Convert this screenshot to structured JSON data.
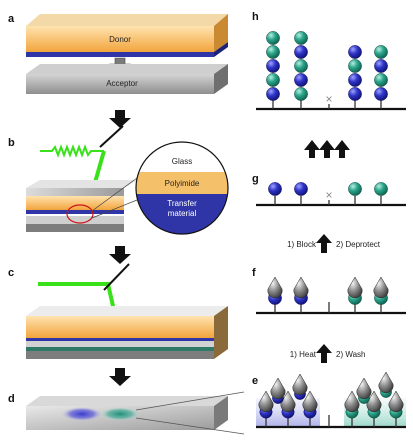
{
  "panels": {
    "a": {
      "letter": "a",
      "donor_label": "Donor",
      "acceptor_label": "Acceptor"
    },
    "b": {
      "letter": "b",
      "glass_label": "Glass",
      "polyimide_label": "Polyimide",
      "transfer_label_line1": "Transfer",
      "transfer_label_line2": "material"
    },
    "c": {
      "letter": "c"
    },
    "d": {
      "letter": "d"
    },
    "e": {
      "letter": "e"
    },
    "f": {
      "letter": "f"
    },
    "g": {
      "letter": "g"
    },
    "h": {
      "letter": "h",
      "missing_mark": "×"
    }
  },
  "steps": {
    "e_to_f": {
      "left": "1) Heat",
      "right": "2) Wash"
    },
    "f_to_g": {
      "left": "1) Block",
      "right": "2) Deprotect"
    }
  },
  "colors": {
    "donor_orange": "#f6b14a",
    "polyimide": "#f5c06a",
    "transfer_blue": "#2f35a6",
    "laser_green": "#39e11a",
    "acceptor_gray": "#a9a9a9",
    "bead_blue": "#2a2fb8",
    "bead_teal": "#27a088",
    "arrow_black": "#111111",
    "focus_ring": "#d01414"
  }
}
